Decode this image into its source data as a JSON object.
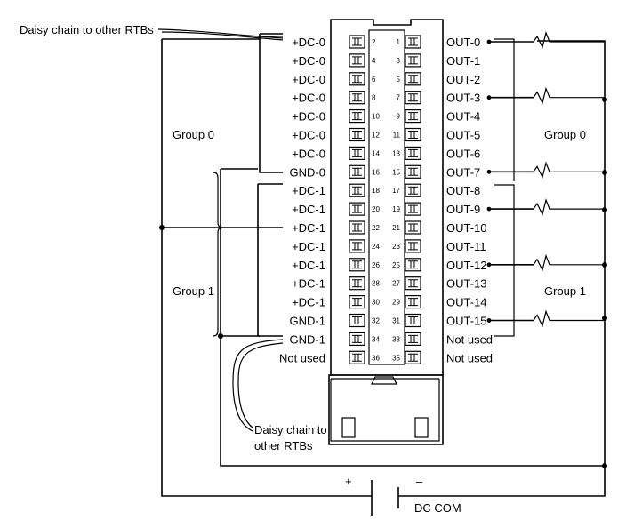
{
  "annotations": {
    "daisy_top": "Daisy chain to other RTBs",
    "daisy_bottom_line1": "Daisy chain to",
    "daisy_bottom_line2": "other RTBs",
    "group0_left": "Group 0",
    "group1_left": "Group 1",
    "group0_right": "Group 0",
    "group1_right": "Group 1",
    "supply_plus": "+",
    "supply_minus": "–",
    "dc_com": "DC COM"
  },
  "terminal_block": {
    "rows": [
      {
        "left_label": "+DC-0",
        "left_num": "2",
        "right_num": "1",
        "right_label": "OUT-0"
      },
      {
        "left_label": "+DC-0",
        "left_num": "4",
        "right_num": "3",
        "right_label": "OUT-1"
      },
      {
        "left_label": "+DC-0",
        "left_num": "6",
        "right_num": "5",
        "right_label": "OUT-2"
      },
      {
        "left_label": "+DC-0",
        "left_num": "8",
        "right_num": "7",
        "right_label": "OUT-3"
      },
      {
        "left_label": "+DC-0",
        "left_num": "10",
        "right_num": "9",
        "right_label": "OUT-4"
      },
      {
        "left_label": "+DC-0",
        "left_num": "12",
        "right_num": "11",
        "right_label": "OUT-5"
      },
      {
        "left_label": "+DC-0",
        "left_num": "14",
        "right_num": "13",
        "right_label": "OUT-6"
      },
      {
        "left_label": "GND-0",
        "left_num": "16",
        "right_num": "15",
        "right_label": "OUT-7"
      },
      {
        "left_label": "+DC-1",
        "left_num": "18",
        "right_num": "17",
        "right_label": "OUT-8"
      },
      {
        "left_label": "+DC-1",
        "left_num": "20",
        "right_num": "19",
        "right_label": "OUT-9"
      },
      {
        "left_label": "+DC-1",
        "left_num": "22",
        "right_num": "21",
        "right_label": "OUT-10"
      },
      {
        "left_label": "+DC-1",
        "left_num": "24",
        "right_num": "23",
        "right_label": "OUT-11"
      },
      {
        "left_label": "+DC-1",
        "left_num": "26",
        "right_num": "25",
        "right_label": "OUT-12"
      },
      {
        "left_label": "+DC-1",
        "left_num": "28",
        "right_num": "27",
        "right_label": "OUT-13"
      },
      {
        "left_label": "+DC-1",
        "left_num": "30",
        "right_num": "29",
        "right_label": "OUT-14"
      },
      {
        "left_label": "GND-1",
        "left_num": "32",
        "right_num": "31",
        "right_label": "OUT-15"
      },
      {
        "left_label": "GND-1",
        "left_num": "34",
        "right_num": "33",
        "right_label": "Not used"
      },
      {
        "left_label": "Not used",
        "left_num": "36",
        "right_num": "35",
        "right_label": "Not used"
      }
    ]
  },
  "loads": [
    "OUT-0",
    "OUT-3",
    "OUT-7",
    "OUT-9",
    "OUT-12",
    "OUT-15"
  ]
}
